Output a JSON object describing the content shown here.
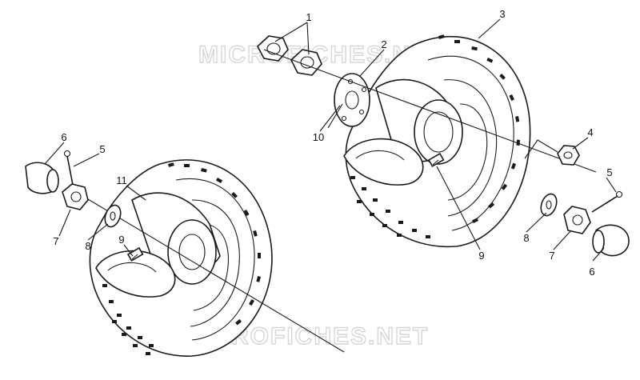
{
  "watermark": "MICROFICHES.NET",
  "callouts": {
    "c1": "1",
    "c2": "2",
    "c3": "3",
    "c4": "4",
    "c5a": "5",
    "c5b": "5",
    "c6a": "6",
    "c6b": "6",
    "c7a": "7",
    "c7b": "7",
    "c8a": "8",
    "c8b": "8",
    "c9a": "9",
    "c9b": "9",
    "c10": "10",
    "c11": "11"
  },
  "colors": {
    "line": "#1a1a1a",
    "watermark": "#d6d6d6",
    "background": "#ffffff"
  }
}
